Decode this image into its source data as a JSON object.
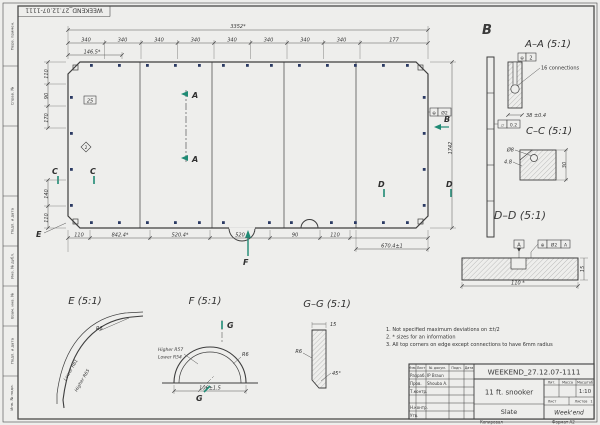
{
  "colors": {
    "paper": "#eeeeec",
    "ink": "#3e3e3e",
    "dim_line": "#555555",
    "accent_teal": "#1f8a74",
    "hole_blue": "#2b3a63"
  },
  "stamp": "WEEKEND_27.12.07-1111",
  "margin_fields": [
    "Инв. № подл.",
    "Подп. и дата",
    "Взам. инв. №",
    "Инв. № дубл.",
    "Подп. и дата",
    "Справ. №",
    "Перв. примен."
  ],
  "main": {
    "dim_overall": "3352*",
    "seg": "340",
    "dim_end": "177",
    "dim_note": "146.5*",
    "dim_height": "1742",
    "left": [
      "110",
      "90",
      "170",
      "140",
      "110"
    ],
    "bottom": [
      "110",
      "842.4*",
      "520.4*",
      "520",
      "90",
      "110"
    ],
    "dim_piece": "670.4±1",
    "box1": "25",
    "box2": "2",
    "frame_sym": "⊕",
    "frame_val": "Ø2",
    "flat_sym": "▱",
    "flat_val": "0.2",
    "letters": {
      "A": "A",
      "B": "B",
      "C": "C",
      "D": "D",
      "E": "E",
      "F": "F",
      "G": "G"
    }
  },
  "views": {
    "b": {
      "label": "B"
    },
    "aa": {
      "title": "A–A (5:1)",
      "frame_sym": "⊕",
      "frame_val": "2",
      "note": "16 connections",
      "dim": "38 ±0.4"
    },
    "cc": {
      "title": "C–C (5:1)",
      "d1": "Ø8",
      "d2": "4.8",
      "d3": "30"
    },
    "dd": {
      "title": "D–D (5:1)",
      "d1": "110 *",
      "d2": "15",
      "datum": "A",
      "f_sym": "⊕",
      "f_val": "Ø2",
      "f_ref": "A"
    },
    "e": {
      "title": "E (5:1)",
      "r": "R6",
      "lower": "Lower R61",
      "higher": "Higher R65"
    },
    "f": {
      "title": "F (5:1)",
      "higher": "Higher R57",
      "lower": "Lower R54",
      "r": "R6",
      "dim": "106±1.5"
    },
    "gg": {
      "title": "G–G (5:1)",
      "r": "R6",
      "d1": "15",
      "d2": "45°"
    }
  },
  "notes": [
    "1. Not specified maximum deviations on ±t/2",
    "2. * sizes for an information",
    "3. All top corners on edge except connections to have 6mm radius"
  ],
  "tb": {
    "doc": "WEEKEND_27.12.07-1111",
    "title": "11 ft. snooker",
    "part": "Slate",
    "company": "Week'end",
    "scale": "1:10",
    "lit": "Лит.",
    "mass": "Масса",
    "scale_lbl": "Масштаб",
    "sheet_lbl": "Лист",
    "sheets_lbl": "Листов",
    "sheets_val": "1",
    "copied": "Копировал",
    "format": "Формат A2",
    "cols": [
      "Изм.",
      "Лист",
      "№ докум.",
      "Подп.",
      "Дата"
    ],
    "rows": [
      [
        "Разраб.",
        "IP Braun"
      ],
      [
        "Пров.",
        "Shouba A."
      ],
      [
        "Т.контр.",
        ""
      ],
      [
        "Н.контр.",
        ""
      ],
      [
        "Утв.",
        ""
      ]
    ]
  }
}
